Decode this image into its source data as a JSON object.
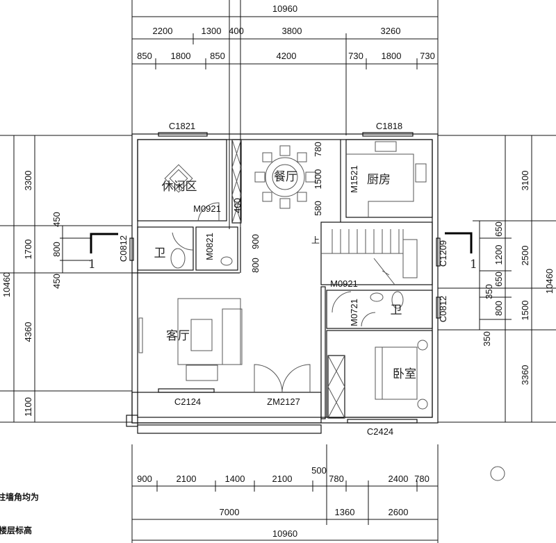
{
  "plan": {
    "top_dims": {
      "total": "10960",
      "row2": [
        "2200",
        "1300",
        "400",
        "3800",
        "3260"
      ],
      "row3": [
        "850",
        "1800",
        "850",
        "4200",
        "730",
        "1800",
        "730"
      ]
    },
    "bottom_dims": {
      "row1": [
        "900",
        "2100",
        "1400",
        "2100",
        "500",
        "780",
        "2400",
        "780"
      ],
      "row2": [
        "7000",
        "1360",
        "2600"
      ],
      "total": "10960"
    },
    "left_dims": {
      "outer": [
        "3300",
        "1700",
        "4360",
        "1100"
      ],
      "total": "10460",
      "inner": [
        "450",
        "800",
        "450"
      ]
    },
    "right_dims": {
      "outer": [
        "3100",
        "2500",
        "1500",
        "3360"
      ],
      "total": "10460",
      "inner": [
        "650",
        "1200",
        "650",
        "350",
        "800",
        "350"
      ]
    },
    "rooms": {
      "leisure": "休闲区",
      "dining": "餐厅",
      "kitchen": "厨房",
      "bath_left": "卫",
      "living": "客厅",
      "bedroom": "卧室",
      "bath_right": "卫"
    },
    "openings": {
      "c1821": "C1821",
      "c1818": "C1818",
      "m0921_a": "M0921",
      "cab_400": "400",
      "m0821": "M0821",
      "c0812_left": "C0812",
      "d900": "900",
      "d800": "800",
      "d780": "780",
      "d1500": "1500",
      "d580": "580",
      "m1521": "M1521",
      "stair_up": "上",
      "c1209": "C1209",
      "m0921_b": "M0921",
      "m0721": "M0721",
      "c0812_right": "C0812",
      "c2124": "C2124",
      "zm2127": "ZM2127",
      "c2424": "C2424"
    },
    "section_marks": [
      "1",
      "1"
    ],
    "notes": [
      "柱墙角均为",
      "楼层标高"
    ]
  }
}
